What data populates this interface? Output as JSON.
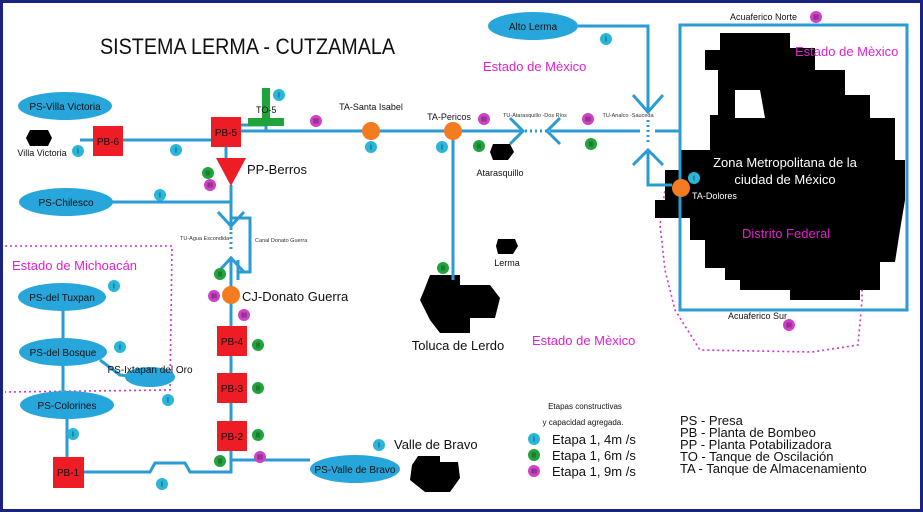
{
  "title": "SISTEMA LERMA - CUTZAMALA",
  "regions": {
    "edomex_1": "Estado de Mèxico",
    "edomex_2": "Estado de Mèxico",
    "edomex_3": "Estado de Mèxico",
    "michoacan": "Estado de Michoacán",
    "df": "Distrito Federal"
  },
  "dams": {
    "alto_lerma": "Alto Lerma",
    "villa_victoria": "PS-Villa Victoria",
    "chilesco": "PS-Chilesco",
    "tuxpan": "PS-del Tuxpan",
    "bosque": "PS-del Bosque",
    "ixtapan": "PS-Ixtapan del Oro",
    "colorines": "PS-Colorines",
    "valle_bravo": "PS-Valle de Bravo"
  },
  "pumping": {
    "pb1": "PB-1",
    "pb2": "PB-2",
    "pb3": "PB-3",
    "pb4": "PB-4",
    "pb5": "PB-5",
    "pb6": "PB-6"
  },
  "plants": {
    "berros": "PP-Berros",
    "to5": "TO-5",
    "donato": "CJ-Donato Guerra"
  },
  "tanks": {
    "santa_isabel": "TA-Santa Isabel",
    "pericos": "TA-Pericos",
    "dolores": "TA-Dolores"
  },
  "tunnels": {
    "agua_escondida": "TU-Agua Escondida",
    "canal_donato": "Canal Donato Guerra",
    "atarasquillo": "TU-Atarasquillo -Dos Ríos",
    "analco": "TU-Analco -Sauceda"
  },
  "places": {
    "villa_victoria": "Villa Victoria",
    "atarasquillo": "Atarasquillo",
    "lerma": "Lerma",
    "toluca": "Toluca de Lerdo",
    "valle_bravo": "Valle de Bravo",
    "zona_metro": "Zona Metropolitana de la ciudad de México",
    "acuaferico_norte": "Acuaferico Norte",
    "acuaferico_sur": "Acuaferico Sur"
  },
  "legend": {
    "heading_1": "Etapas constructivas",
    "heading_2": "y capacidad agregada.",
    "stages": [
      {
        "numeral": "I",
        "label": "Etapa 1, 4m /s",
        "color": "#29b6d9"
      },
      {
        "numeral": "II",
        "label": "Etapa 1, 6m /s",
        "color": "#1fa33a"
      },
      {
        "numeral": "III",
        "label": "Etapa 1, 9m /s",
        "color": "#d040c8"
      }
    ],
    "abbreviations": [
      "PS - Presa",
      "PB - Planta de Bombeo",
      "PP - Planta Potabilizadora",
      "TO - Tanque de Oscilación",
      "TA - Tanque de Almacenamiento"
    ]
  }
}
